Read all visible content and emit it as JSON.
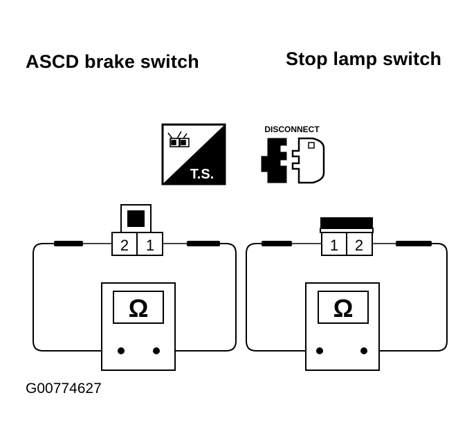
{
  "titles": {
    "left": "ASCD brake switch",
    "right": "Stop lamp switch"
  },
  "icons": {
    "ts_label": "T.S.",
    "disconnect_label": "DISCONNECT"
  },
  "left_switch": {
    "terminals": [
      "2",
      "1"
    ],
    "meter_symbol": "Ω"
  },
  "right_switch": {
    "terminals": [
      "1",
      "2"
    ],
    "meter_symbol": "Ω"
  },
  "figure_id": "G00774627",
  "colors": {
    "line": "#000000",
    "background": "#ffffff"
  }
}
